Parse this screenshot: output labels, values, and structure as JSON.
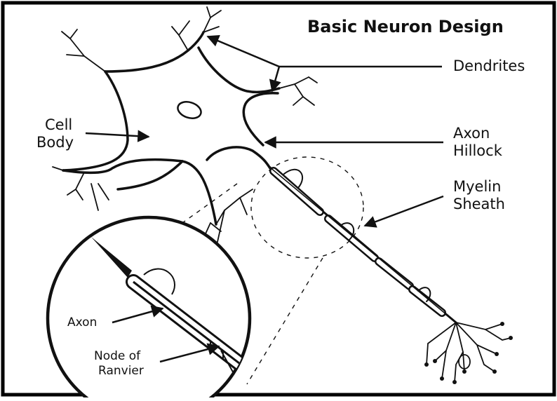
{
  "diagram": {
    "title": "Basic Neuron Design",
    "labels": {
      "dendrites": "Dendrites",
      "cell_body_line1": "Cell",
      "cell_body_line2": "Body",
      "axon_hillock_line1": "Axon",
      "axon_hillock_line2": "Hillock",
      "myelin_sheath_line1": "Myelin",
      "myelin_sheath_line2": "Sheath",
      "inset_axon": "Axon",
      "node_of_ranvier_line1": "Node of",
      "node_of_ranvier_line2": "Ranvier"
    }
  },
  "colors": {
    "ink": "#111111",
    "paper": "#ffffff",
    "frame": "#000000"
  }
}
